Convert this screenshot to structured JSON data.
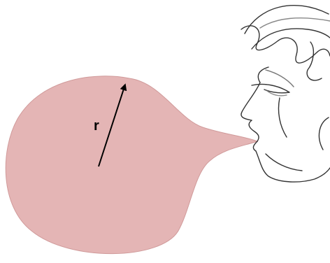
{
  "radius_label": "r",
  "colors": {
    "bubble_fill": "#e4b5b5",
    "bubble_edge": "#d09a9a",
    "face_line": "#333333",
    "arrow": "#000000",
    "label": "#000000"
  },
  "icons": {
    "person": "face-profile-sketch",
    "bubble": "gum-bubble",
    "radius": "radius-arrow"
  }
}
